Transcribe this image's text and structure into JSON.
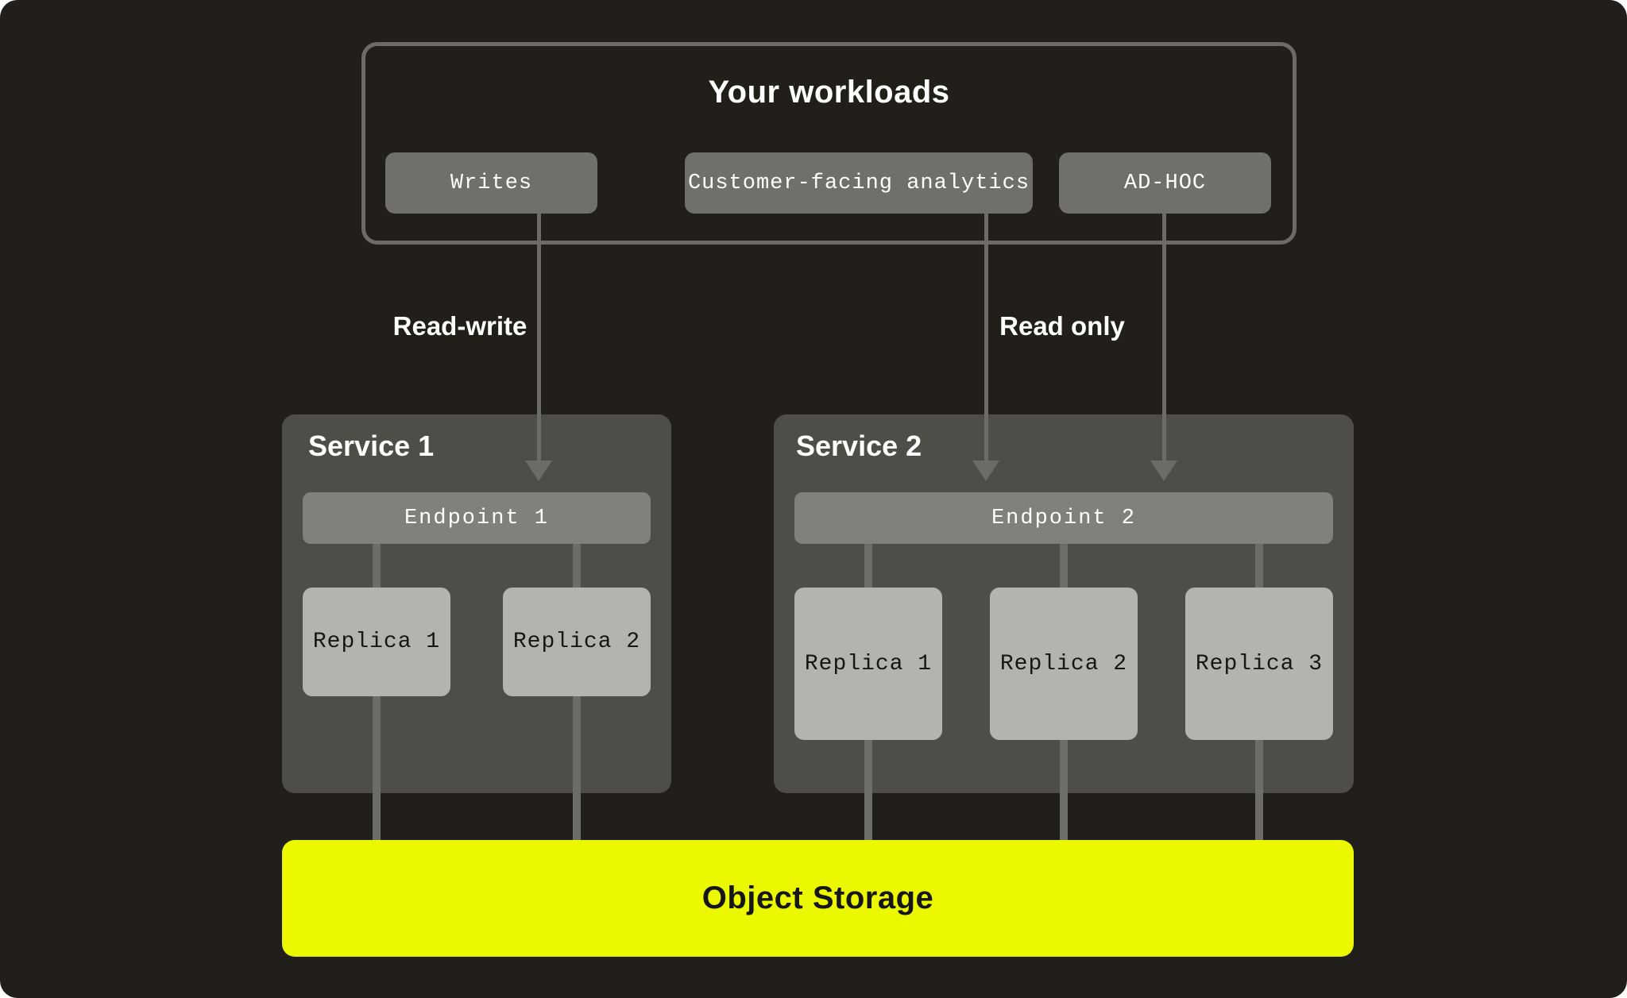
{
  "workloads": {
    "title": "Your workloads",
    "chips": [
      {
        "label": "Writes"
      },
      {
        "label": "Customer-facing analytics"
      },
      {
        "label": "AD-HOC"
      }
    ]
  },
  "edges": {
    "read_write": "Read-write",
    "read_only": "Read only"
  },
  "services": [
    {
      "title": "Service 1",
      "endpoint": "Endpoint 1",
      "replicas": [
        "Replica 1",
        "Replica 2"
      ]
    },
    {
      "title": "Service 2",
      "endpoint": "Endpoint 2",
      "replicas": [
        "Replica 1",
        "Replica 2",
        "Replica 3"
      ]
    }
  ],
  "storage": {
    "label": "Object Storage"
  },
  "colors": {
    "canvas_bg": "#201f1b",
    "panel_gray": "#4d4d4a",
    "chip_gray": "#6f6f6b",
    "endpoint_gray": "#80807d",
    "replica_gray": "#b3b3b1",
    "line_gray": "#6b6b68",
    "replica_line_gray": "#6c6c69",
    "accent_yellow": "#ebf800",
    "text_light": "#ffffff",
    "text_dark": "#161612"
  }
}
